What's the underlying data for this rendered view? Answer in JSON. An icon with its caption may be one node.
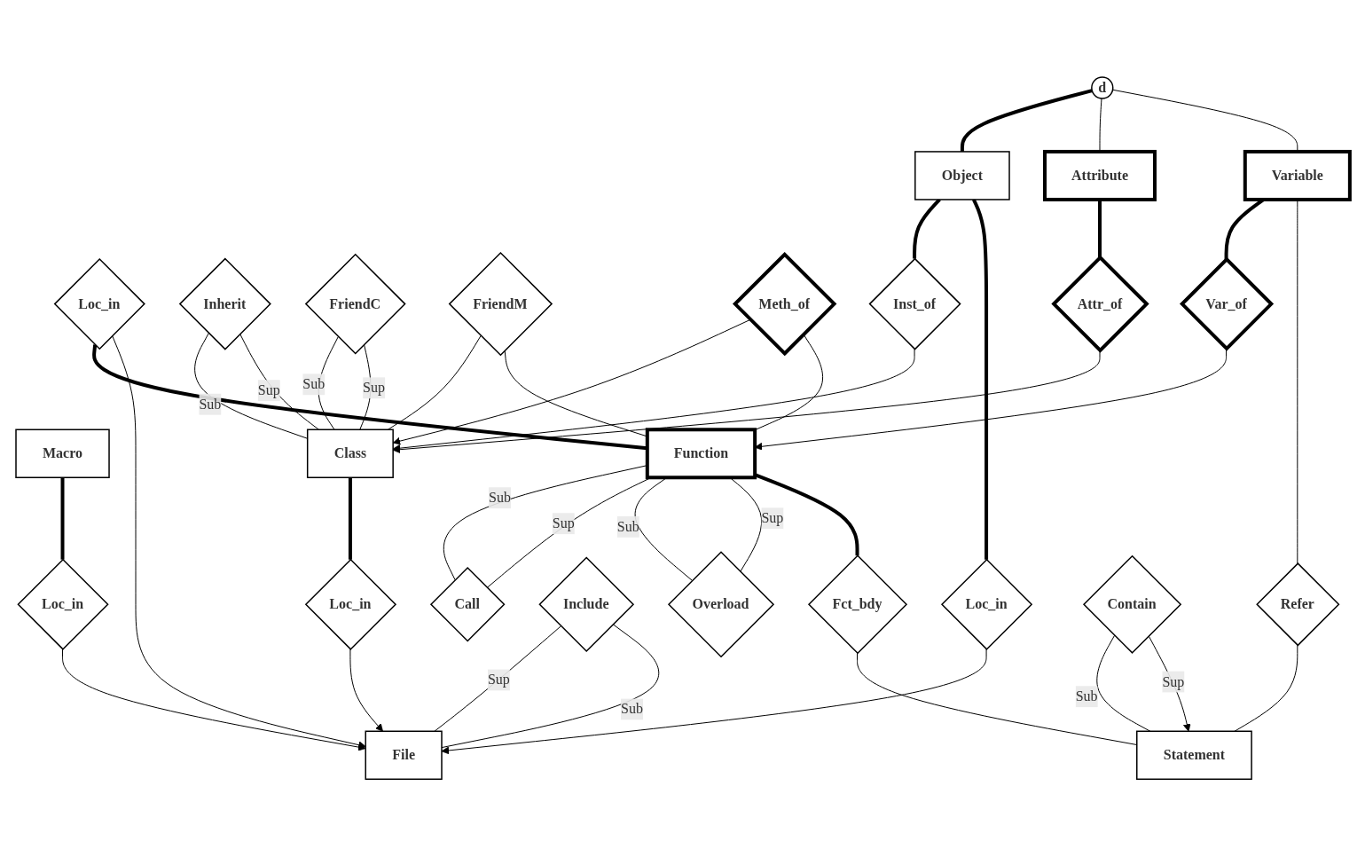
{
  "diagram": {
    "nodes": [
      {
        "text": [
          "Macro"
        ]
      },
      {
        "text": [
          "Loc_in"
        ]
      },
      {
        "text": [
          "Inherit"
        ]
      },
      {
        "text": [
          "FriendC"
        ]
      },
      {
        "text": [
          "Call"
        ]
      },
      {
        "text": [
          "Overload"
        ]
      },
      {
        "text": [
          "Loc_in"
        ]
      },
      {
        "text": [
          "Loc_in"
        ]
      },
      {
        "text": [
          "Class"
        ]
      },
      {
        "text": [
          "FriendM"
        ]
      },
      {
        "text": [
          "Function"
        ]
      },
      {
        "text": [
          "Meth_of"
        ]
      },
      {
        "text": [
          "Include"
        ]
      },
      {
        "text": [
          "File"
        ]
      },
      {
        "text": [
          "Inst_of"
        ]
      },
      {
        "text": [
          "Attr_of"
        ]
      },
      {
        "text": [
          "Fct_bdy"
        ]
      },
      {
        "text": [
          "Var_of"
        ]
      },
      {
        "text": [
          "Attribute"
        ]
      },
      {
        "text": [
          "Statement"
        ]
      },
      {
        "text": [
          "Loc_in"
        ]
      },
      {
        "text": [
          "Object"
        ]
      },
      {
        "text": [
          "d"
        ]
      },
      {
        "text": [
          "Variable"
        ]
      },
      {
        "text": [
          "Refer"
        ]
      },
      {
        "text": [
          "Contain"
        ]
      }
    ],
    "edges": [
      {
        "from": 0,
        "to": 6,
        "arrow": "none",
        "style": "thick"
      },
      {
        "from": 6,
        "to": 13,
        "arrow": "to"
      },
      {
        "from": 1,
        "to": 10,
        "arrow": "none",
        "style": "thick"
      },
      {
        "from": 1,
        "to": 13,
        "arrow": "to"
      },
      {
        "from": 2,
        "to": 8,
        "arrow": "none",
        "label": "Sub"
      },
      {
        "from": 2,
        "to": 8,
        "arrow": "none",
        "label": "Sup"
      },
      {
        "from": 3,
        "to": 8,
        "arrow": "none",
        "label": "Sub"
      },
      {
        "from": 3,
        "to": 8,
        "arrow": "none",
        "label": "Sup"
      },
      {
        "from": 4,
        "to": 10,
        "arrow": "none",
        "label": "Sub"
      },
      {
        "from": 4,
        "to": 10,
        "arrow": "none",
        "label": "Sup"
      },
      {
        "from": 5,
        "to": 10,
        "arrow": "none",
        "label": "Sub"
      },
      {
        "from": 5,
        "to": 10,
        "arrow": "none",
        "label": "Sup"
      },
      {
        "from": 7,
        "to": 8,
        "arrow": "none",
        "style": "thick"
      },
      {
        "from": 7,
        "to": 13,
        "arrow": "to"
      },
      {
        "from": 9,
        "to": 8,
        "arrow": "none"
      },
      {
        "from": 9,
        "to": 10,
        "arrow": "none"
      },
      {
        "from": 11,
        "to": 8,
        "arrow": "to"
      },
      {
        "from": 11,
        "to": 10,
        "arrow": "none"
      },
      {
        "from": 12,
        "to": 13,
        "arrow": "none",
        "label": "Sup"
      },
      {
        "from": 12,
        "to": 13,
        "arrow": "none",
        "label": "Sub"
      },
      {
        "from": 14,
        "to": 8,
        "arrow": "to"
      },
      {
        "from": 14,
        "to": 21,
        "arrow": "none",
        "style": "thick"
      },
      {
        "from": 15,
        "to": 8,
        "arrow": "to"
      },
      {
        "from": 15,
        "to": 18,
        "arrow": "none",
        "style": "thick"
      },
      {
        "from": 16,
        "to": 10,
        "arrow": "none",
        "style": "thick"
      },
      {
        "from": 16,
        "to": 19,
        "arrow": "none"
      },
      {
        "from": 17,
        "to": 10,
        "arrow": "to"
      },
      {
        "from": 17,
        "to": 23,
        "arrow": "none",
        "style": "thick"
      },
      {
        "from": 20,
        "to": 13,
        "arrow": "to"
      },
      {
        "from": 20,
        "to": 21,
        "arrow": "none",
        "style": "thick"
      },
      {
        "from": 21,
        "to": 22,
        "arrow": "none",
        "style": "thick"
      },
      {
        "from": 22,
        "to": 18,
        "arrow": "none"
      },
      {
        "from": 22,
        "to": 23,
        "arrow": "none"
      },
      {
        "from": 24,
        "to": 23,
        "arrow": "none"
      },
      {
        "from": 24,
        "to": 19,
        "arrow": "none"
      },
      {
        "from": 25,
        "to": 19,
        "arrow": "none",
        "label": "Sub"
      },
      {
        "from": 25,
        "to": 19,
        "arrow": "to",
        "label": "Sup"
      }
    ]
  }
}
